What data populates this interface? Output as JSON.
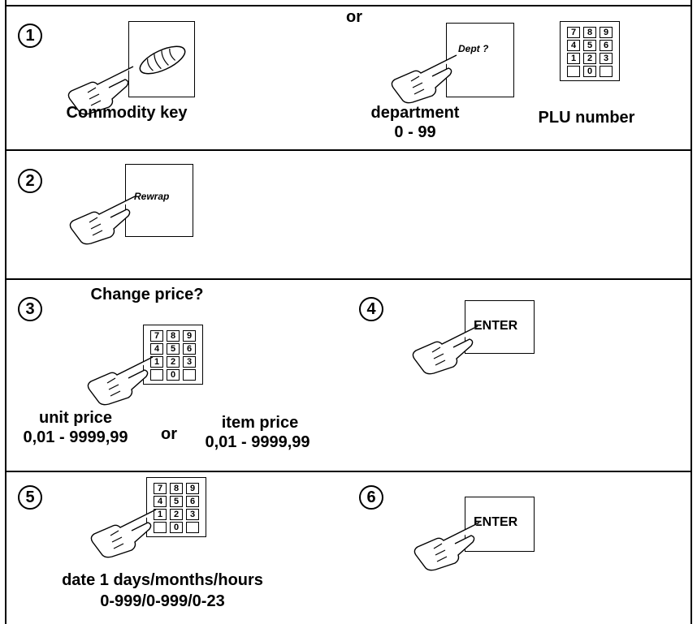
{
  "step_numbers": [
    "1",
    "2",
    "3",
    "4",
    "5",
    "6"
  ],
  "row1": {
    "or": "or",
    "commodity_label": "Commodity key",
    "dept_key": "Dept ?",
    "department_label": "department",
    "department_range": "0 - 99",
    "plu_label": "PLU number"
  },
  "row2": {
    "rewrap_key": "Rewrap"
  },
  "row3": {
    "change_price": "Change price?",
    "unit_price": "unit price",
    "unit_range": "0,01 - 9999,99",
    "or": "or",
    "item_price": "item price",
    "item_range": "0,01 - 9999,99",
    "enter_key": "ENTER"
  },
  "row4": {
    "date_label": "date 1 days/months/hours",
    "date_range": "0-999/0-999/0-23",
    "enter_key": "ENTER"
  },
  "keypad": {
    "row1": [
      "7",
      "8",
      "9"
    ],
    "row2": [
      "4",
      "5",
      "6"
    ],
    "row3": [
      "1",
      "2",
      "3"
    ],
    "row4": [
      "",
      "0",
      ""
    ]
  }
}
